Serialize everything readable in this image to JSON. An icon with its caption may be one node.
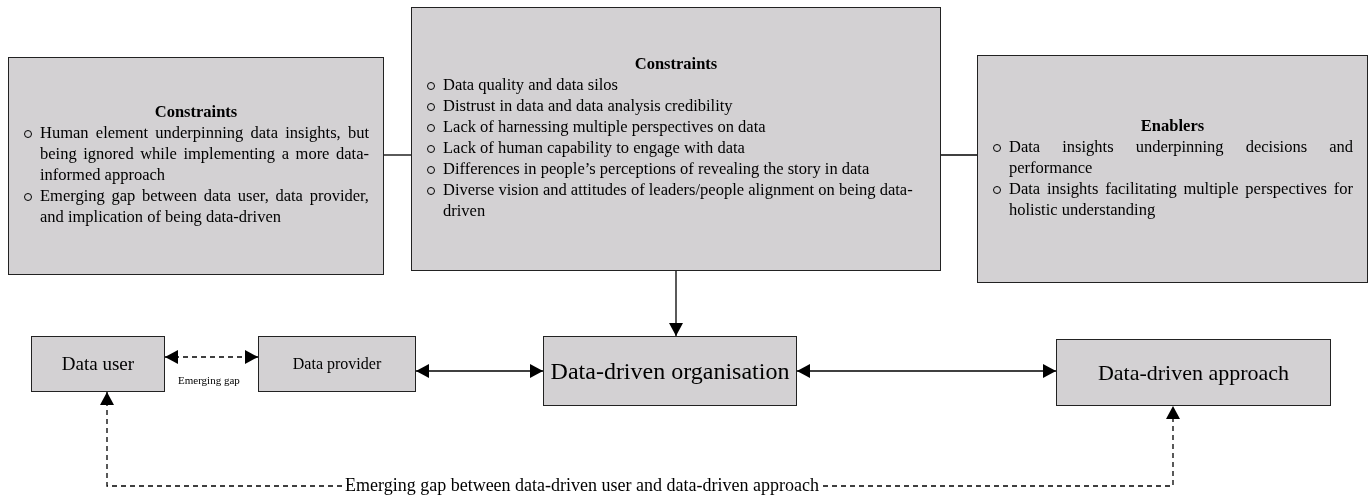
{
  "diagram": {
    "nodes": [
      {
        "text": [
          "Constraints",
          "Human element underpinning data insights, but being ignored while implementing a more data-informed approach",
          "Emerging gap between data user, data provider, and implication of being data-driven"
        ]
      },
      {
        "text": [
          "Constraints",
          "Data quality and data silos",
          "Distrust in data and data analysis credibility",
          "Lack of harnessing multiple perspectives on data",
          "Lack of human capability to engage with data",
          "Differences in people’s perceptions of revealing the story in data",
          "Diverse vision and attitudes of leaders/people alignment on being data-driven"
        ]
      },
      {
        "text": [
          "Enablers",
          "Data insights underpinning decisions and performance",
          "Data insights facilitating multiple perspectives for holistic understanding"
        ]
      },
      {
        "text": [
          "Data user"
        ]
      },
      {
        "text": [
          "Data provider"
        ]
      },
      {
        "text": [
          "Data-driven organisation"
        ]
      },
      {
        "text": [
          "Data-driven approach"
        ]
      }
    ],
    "edges": [
      {
        "from": 0,
        "to": 1,
        "arrow": "none"
      },
      {
        "from": 1,
        "to": 2,
        "arrow": "none"
      },
      {
        "from": 1,
        "to": 5,
        "arrow": "to"
      },
      {
        "from": 3,
        "to": 4,
        "arrow": "both",
        "style": "dashed",
        "label": "Emerging gap"
      },
      {
        "from": 4,
        "to": 5,
        "arrow": "both"
      },
      {
        "from": 5,
        "to": 6,
        "arrow": "both"
      },
      {
        "from": 3,
        "to": 6,
        "arrow": "both",
        "style": "dashed",
        "label": "Emerging gap between data-driven user and data-driven approach"
      }
    ]
  }
}
